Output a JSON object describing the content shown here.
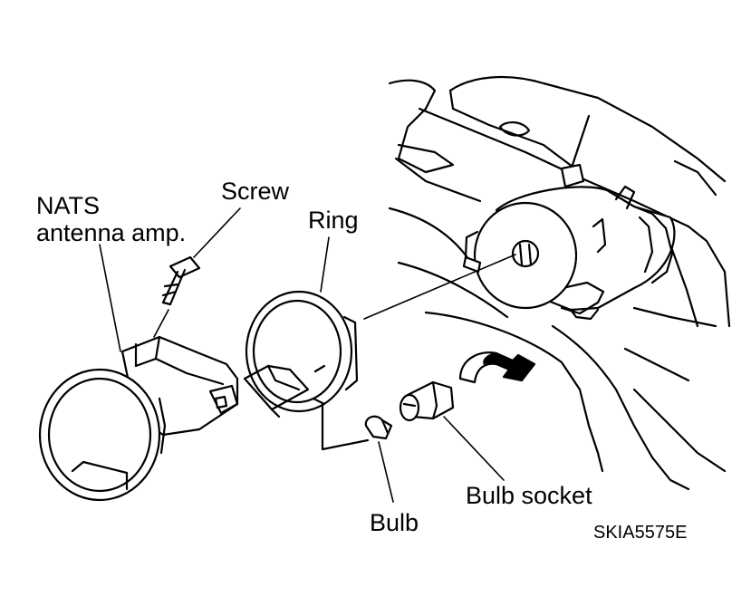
{
  "labels": {
    "nats_line1": "NATS",
    "nats_line2": "antenna amp.",
    "screw": "Screw",
    "ring": "Ring",
    "bulb": "Bulb",
    "bulb_socket": "Bulb socket",
    "figure_code": "SKIA5575E"
  },
  "colors": {
    "line": "#000000",
    "background": "#ffffff"
  }
}
